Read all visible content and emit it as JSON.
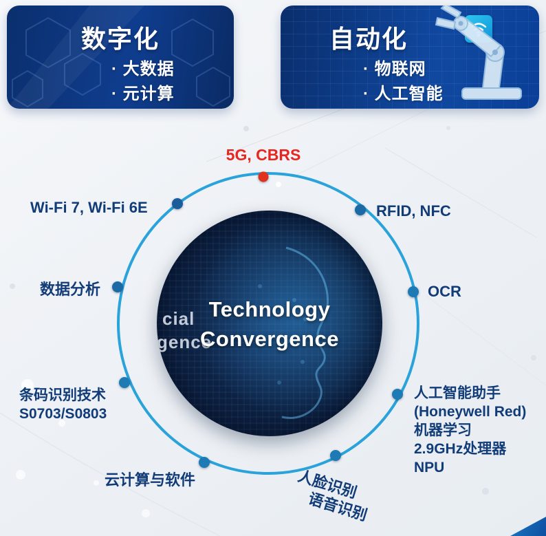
{
  "cards": [
    {
      "title": "数字化",
      "items": [
        "· 大数据",
        "· 元计算"
      ]
    },
    {
      "title": "自动化",
      "items": [
        "· 物联网",
        "· 人工智能"
      ]
    }
  ],
  "center": {
    "line1": "Technology",
    "line2": "Convergence",
    "bg_fragment_top": "cial",
    "bg_fragment_bottom": "gence"
  },
  "ring_labels": {
    "top": "5G, CBRS",
    "top_right": "RFID, NFC",
    "right": "OCR",
    "bottom_right_lines": [
      "人工智能助手",
      "(Honeywell Red)",
      "机器学习",
      "2.9GHz处理器",
      "NPU"
    ],
    "bottom_lines": [
      "人脸识别",
      "语音识别"
    ],
    "bottom_left": "云计算与软件",
    "left_lines": [
      "条码识别技术",
      "S0703/S0803"
    ],
    "mid_left": "数据分析",
    "top_left": "Wi-Fi 7, Wi-Fi 6E"
  },
  "colors": {
    "highlight_red": "#e8251f",
    "label_navy": "#123c78",
    "ring_blue": "#2aa2da",
    "dot_blue": "#1d7ab5",
    "card_blue": "#0f3d8e"
  }
}
